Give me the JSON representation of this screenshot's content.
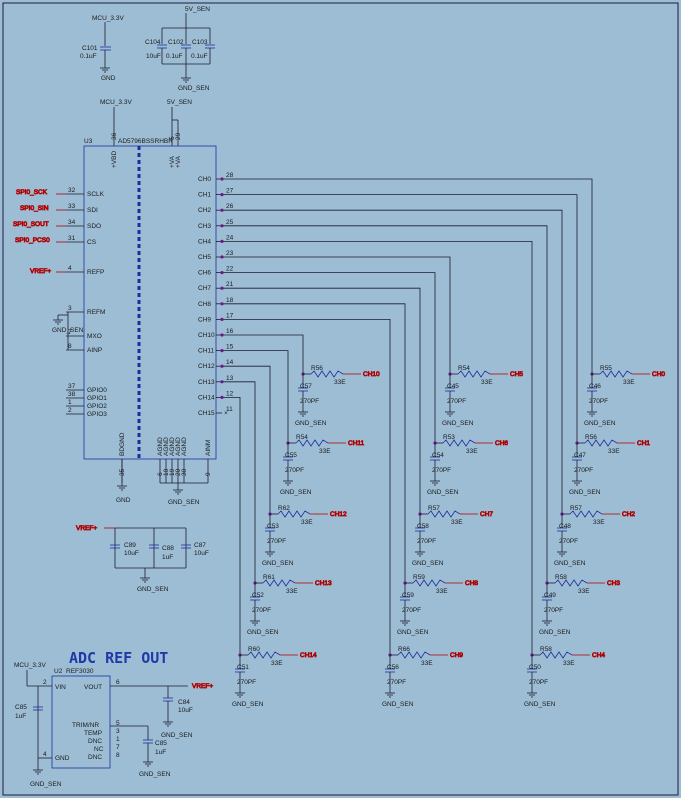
{
  "heading": "ADC REF OUT",
  "nets": {
    "mcu": "MCU_3.3V",
    "v5": "5V_SEN",
    "gnd": "GND",
    "gnd_sen": "GND_SEN",
    "vref": "VREF+",
    "spi_sck": "SPI0_SCK",
    "spi_sin": "SPI0_SIN",
    "spi_sout": "SPI0_SOUT",
    "spi_pcs": "SPI0_PCS0"
  },
  "u3": {
    "ref": "U3",
    "part": "AD5796BSSRHBR",
    "left_pins": [
      {
        "num": "32",
        "name": "SCLK"
      },
      {
        "num": "33",
        "name": "SDI"
      },
      {
        "num": "34",
        "name": "SDO"
      },
      {
        "num": "31",
        "name": "CS"
      },
      {
        "num": "4",
        "name": "REFP"
      },
      {
        "num": "3",
        "name": "REFM"
      },
      {
        "num": "7",
        "name": "MXO"
      },
      {
        "num": "8",
        "name": "AINP"
      },
      {
        "num": "37",
        "name": "GPIO0"
      },
      {
        "num": "38",
        "name": "GPIO1"
      },
      {
        "num": "1",
        "name": "GPIO2"
      },
      {
        "num": "2",
        "name": "GPIO3"
      }
    ],
    "right_pins": [
      {
        "num": "28",
        "name": "CH0"
      },
      {
        "num": "27",
        "name": "CH1"
      },
      {
        "num": "26",
        "name": "CH2"
      },
      {
        "num": "25",
        "name": "CH3"
      },
      {
        "num": "24",
        "name": "CH4"
      },
      {
        "num": "23",
        "name": "CH5"
      },
      {
        "num": "22",
        "name": "CH6"
      },
      {
        "num": "21",
        "name": "CH7"
      },
      {
        "num": "18",
        "name": "CH8"
      },
      {
        "num": "17",
        "name": "CH9"
      },
      {
        "num": "16",
        "name": "CH10"
      },
      {
        "num": "15",
        "name": "CH11"
      },
      {
        "num": "14",
        "name": "CH12"
      },
      {
        "num": "13",
        "name": "CH13"
      },
      {
        "num": "12",
        "name": "CH14"
      },
      {
        "num": "11",
        "name": "CH15"
      }
    ],
    "top_pins": [
      {
        "num": "36",
        "name": "+VBD"
      },
      {
        "num": "5",
        "name": "+VA"
      },
      {
        "num": "29",
        "name": "+VA"
      }
    ],
    "bottom_pins": [
      {
        "num": "35",
        "name": "BDGND"
      },
      {
        "num": "6",
        "name": "AGND"
      },
      {
        "num": "10",
        "name": "AGND"
      },
      {
        "num": "19",
        "name": "AGND"
      },
      {
        "num": "20",
        "name": "AGND"
      },
      {
        "num": "30",
        "name": "AGND"
      },
      {
        "num": "9",
        "name": "AINM"
      }
    ]
  },
  "decoupling": {
    "c101": {
      "ref": "C101",
      "value": "0.1uF"
    },
    "c104": {
      "ref": "C104",
      "value": "10uF"
    },
    "c102": {
      "ref": "C102",
      "value": "0.1uF"
    },
    "c103": {
      "ref": "C103",
      "value": "0.1uF"
    },
    "c89": {
      "ref": "C89",
      "value": "10uF"
    },
    "c88": {
      "ref": "C88",
      "value": "1uF"
    },
    "c87": {
      "ref": "C87",
      "value": "10uF"
    }
  },
  "channels": [
    {
      "r": "R56",
      "c": "C57",
      "out": "CH10"
    },
    {
      "r": "R54",
      "c": "C55",
      "out": "CH11"
    },
    {
      "r": "R62",
      "c": "C53",
      "out": "CH12"
    },
    {
      "r": "R61",
      "c": "C52",
      "out": "CH13"
    },
    {
      "r": "R60",
      "c": "C51",
      "out": "CH14"
    },
    {
      "r": "R54",
      "c": "C45",
      "out": "CH5"
    },
    {
      "r": "R53",
      "c": "C54",
      "out": "CH6"
    },
    {
      "r": "R57",
      "c": "C58",
      "out": "CH7"
    },
    {
      "r": "R59",
      "c": "C59",
      "out": "CH8"
    },
    {
      "r": "R66",
      "c": "C56",
      "out": "CH9"
    },
    {
      "r": "R55",
      "c": "C46",
      "out": "CH0"
    },
    {
      "r": "R56",
      "c": "C47",
      "out": "CH1"
    },
    {
      "r": "R57",
      "c": "C48",
      "out": "CH2"
    },
    {
      "r": "R58",
      "c": "C49",
      "out": "CH3"
    },
    {
      "r": "R58",
      "c": "C50",
      "out": "CH4"
    }
  ],
  "channel_values": {
    "r": "33E",
    "c": "270PF"
  },
  "ref_out": {
    "u": "U2",
    "u_part": "REF3030",
    "pins": {
      "vin": "VIN",
      "vout": "VOUT",
      "gnd": "GND",
      "trim": "TRIM/NR",
      "temp": "TEMP",
      "dnc1": "DNC",
      "nc": "NC",
      "dnc2": "DNC"
    },
    "pin_nums": {
      "vin": "2",
      "vout": "6",
      "gnd": "4",
      "trim": "5",
      "temp": "3",
      "dnc1": "1",
      "nc": "7",
      "dnc2": "8"
    },
    "c85a": {
      "ref": "C85",
      "value": "1uF"
    },
    "c84": {
      "ref": "C84",
      "value": "10uF"
    },
    "c85b": {
      "ref": "C85",
      "value": "1uF"
    }
  }
}
